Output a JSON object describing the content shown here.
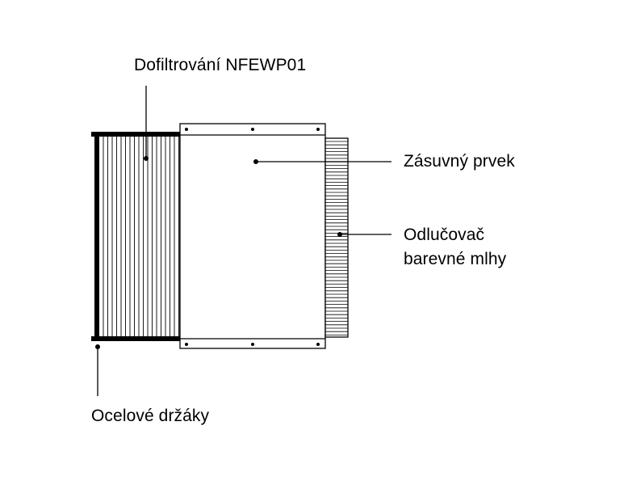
{
  "labels": {
    "refiltration": "Dofiltrování NFEWP01",
    "insert": "Zásuvný prvek",
    "separator_line1": "Odlučovač",
    "separator_line2": "barevné mlhy",
    "steel_brackets": "Ocelové držáky"
  },
  "colors": {
    "stroke": "#000000",
    "background": "#ffffff"
  }
}
